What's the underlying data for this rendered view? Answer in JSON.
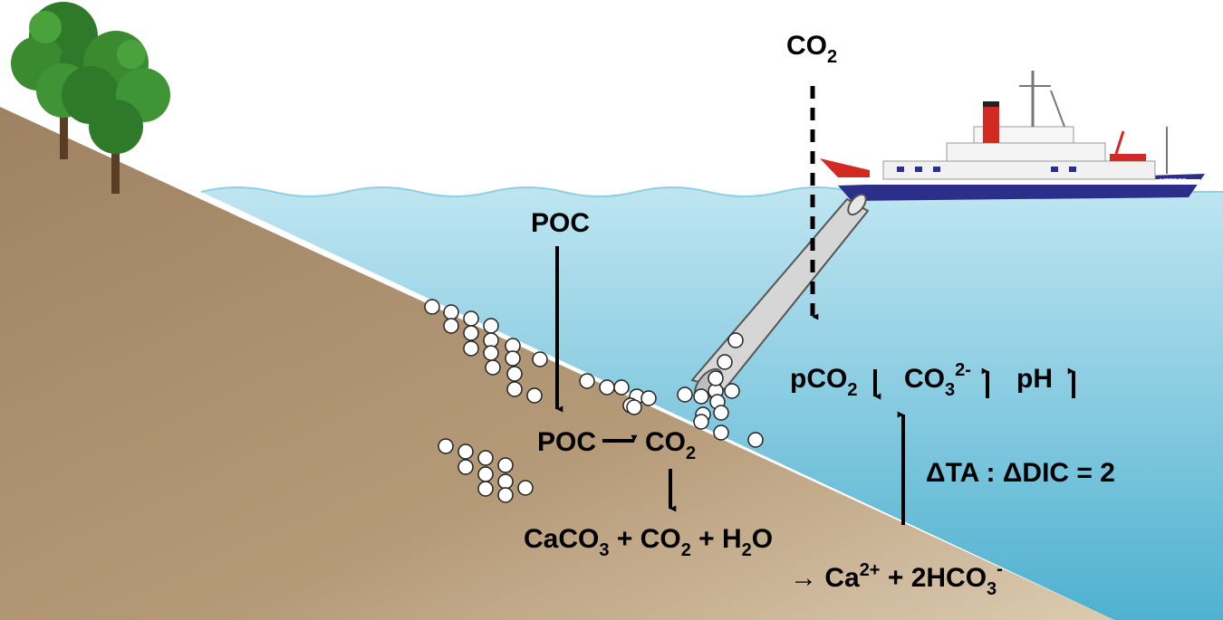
{
  "colors": {
    "sky": "#ffffff",
    "water_top": "#b9e2ef",
    "water_bottom": "#52b3d2",
    "sediment_top": "#a58a69",
    "sediment_bottom": "#d6c2a5",
    "arrow": "#000000",
    "pipe": "#d6d6d6",
    "ship_hull": "#2b2f8a",
    "ship_red": "#d22a20"
  },
  "icons": [
    "tree-icon",
    "tree-icon",
    "research-vessel-icon",
    "pipe-icon",
    "mineral-particle-icon"
  ],
  "labels": {
    "co2_top": {
      "main": "CO",
      "sub": "2"
    },
    "poc_top": "POC",
    "poc_reaction": {
      "left": "POC",
      "right_main": "CO",
      "right_sub": "2"
    },
    "dissolution": {
      "a": "CaCO",
      "a_sub": "3",
      "b": " + CO",
      "b_sub": "2",
      "c": " + H",
      "c_sub": "2",
      "d": "O"
    },
    "products": {
      "arrow_glyph": "→",
      "a": " Ca",
      "a_sup": "2+",
      "b": " + 2HCO",
      "b_sub": "3",
      "b_sup": "-"
    },
    "pco2": {
      "main": "pCO",
      "sub": "2"
    },
    "co3": {
      "main": "CO",
      "sub": "3",
      "sup": "2-"
    },
    "ph": "pH",
    "ratio": "ΔTA : ΔDIC = 2"
  },
  "ship_name": "METEOR"
}
